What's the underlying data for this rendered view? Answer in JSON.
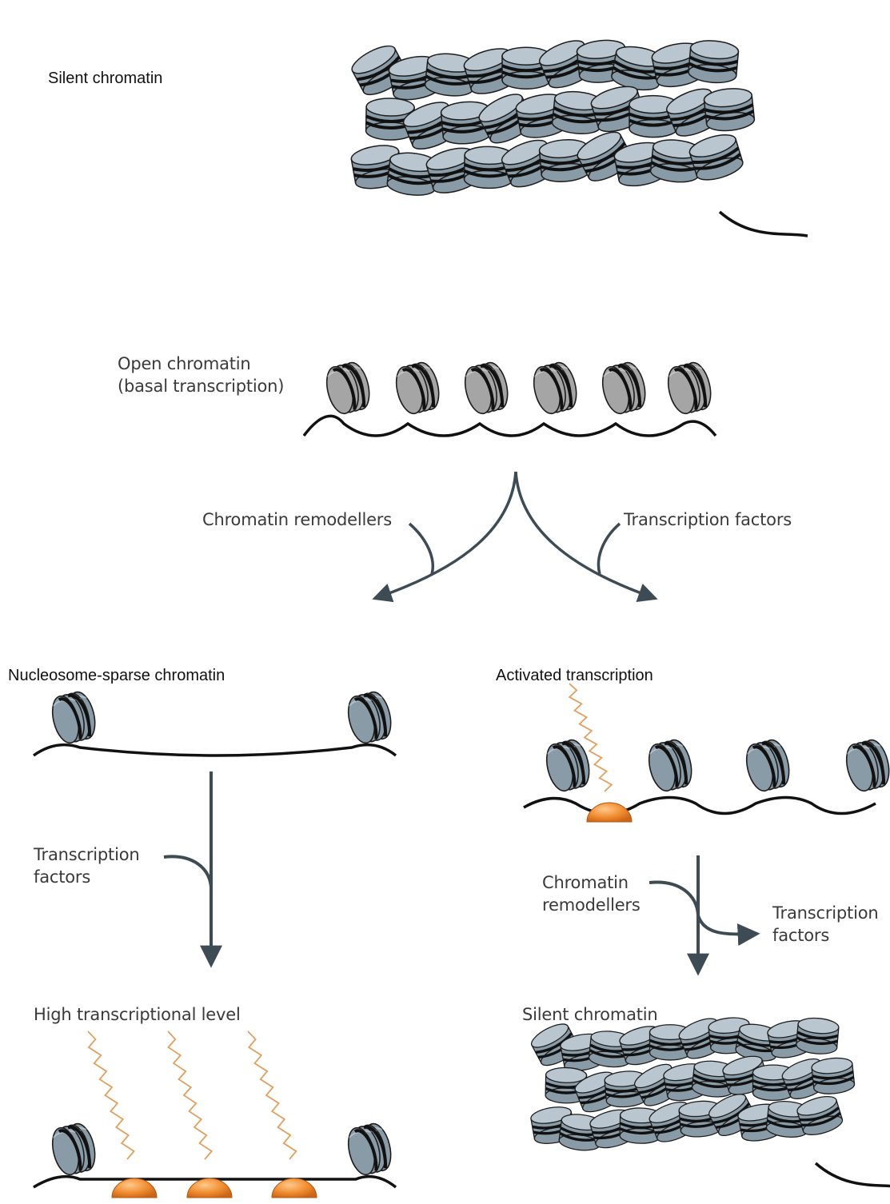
{
  "labels": {
    "silent_top": "Silent chromatin",
    "open_line1": "Open chromatin",
    "open_line2": "(basal transcription)",
    "chromatin_remodellers": "Chromatin remodellers",
    "transcription_factors": "Transcription factors",
    "nucleosome_sparse": "Nucleosome-sparse chromatin",
    "activated": "Activated transcription",
    "tf_left_line1": "Transcription",
    "tf_left_line2": "factors",
    "remod_right_line1": "Chromatin",
    "remod_right_line2": "remodellers",
    "tf_right_line1": "Transcription",
    "tf_right_line2": "factors",
    "high_level": "High transcriptional level",
    "silent_bottom": "Silent chromatin"
  },
  "colors": {
    "nucleosome_fill": "#8a9ba8",
    "nucleosome_light": "#b9c6cf",
    "open_nucleosome_fill": "#a5a5a5",
    "dna": "#111111",
    "arrow": "#3d4b55",
    "tf_fill": "#f08a2e",
    "transcript": "#e0a060"
  }
}
